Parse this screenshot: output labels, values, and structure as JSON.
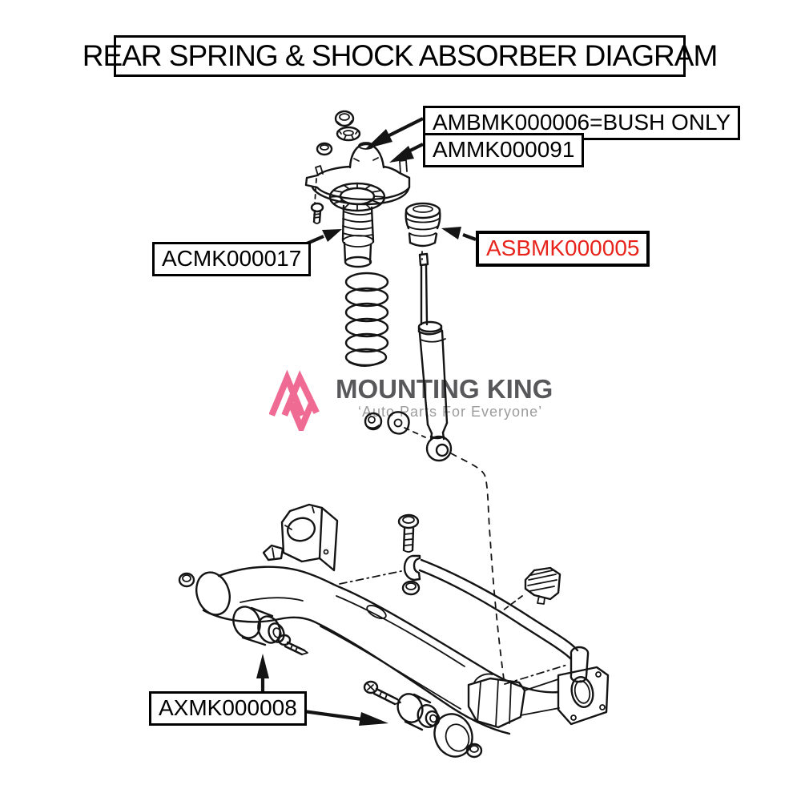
{
  "title": "REAR SPRING & SHOCK ABSORBER DIAGRAM",
  "brand": {
    "name": "MOUNTING KING",
    "tagline": "‘Auto Parts For Everyone’"
  },
  "parts": [
    {
      "code": "AMBMK000006=BUSH ONLY",
      "highlighted": false
    },
    {
      "code": "AMMK000091",
      "highlighted": false
    },
    {
      "code": "ACMK000017",
      "highlighted": false
    },
    {
      "code": "ASBMK000005",
      "highlighted": true
    },
    {
      "code": "AXMK000008",
      "highlighted": false
    }
  ],
  "colors": {
    "highlight_red": "#e8251d",
    "logo_pink": "#ef6b93",
    "logo_text_gray": "#58585a",
    "tagline_gray": "#9c9c9c",
    "line_black": "#141414",
    "background": "#ffffff"
  }
}
